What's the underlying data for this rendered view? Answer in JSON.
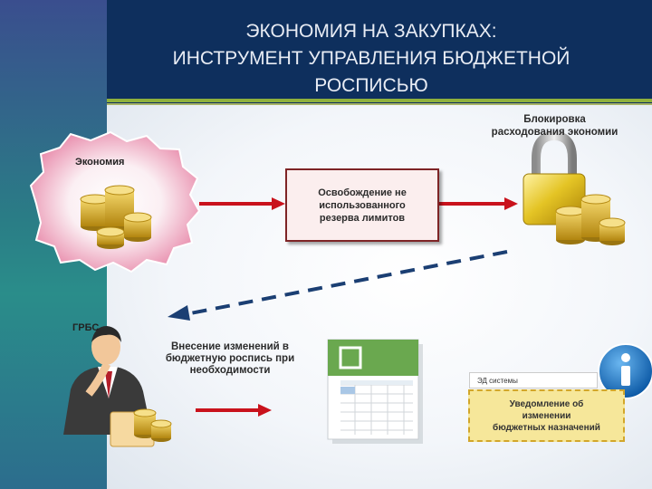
{
  "title": {
    "line1": "ЭКОНОМИЯ НА ЗАКУПКАХ:",
    "line2": "ИНСТРУМЕНТ УПРАВЛЕНИЯ БЮДЖЕТНОЙ",
    "line3": "РОСПИСЬЮ"
  },
  "blocking": {
    "line1": "Блокировка",
    "line2": "расходования экономии"
  },
  "economy_label": "Экономия",
  "release_box": {
    "line1": "Освобождение не",
    "line2": "использованного",
    "line3": "резерва лимитов"
  },
  "grbs_label": "ГРБС",
  "changes": {
    "line1": "Внесение изменений в",
    "line2": "бюджетную роспись при",
    "line3": "необходимости"
  },
  "ed": {
    "header": "ЭД системы",
    "line1": "Уведомление об",
    "line2": "изменении",
    "line3": "бюджетных назначений"
  },
  "colors": {
    "title_bg": "#0e2f5d",
    "accent_rule": "#8fb13c",
    "arrow_red": "#c9121c",
    "box_border": "#7e2426",
    "notice_bg": "#f6e79a",
    "info_blue": "#1a78c4"
  },
  "icons": [
    "coins-icon",
    "padlock-icon",
    "businessman-icon",
    "spreadsheet-icon",
    "info-icon"
  ]
}
